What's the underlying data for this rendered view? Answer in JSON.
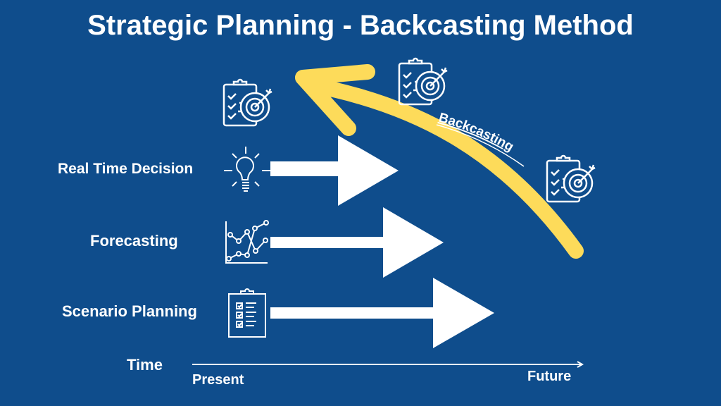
{
  "title": "Strategic Planning - Backcasting Method",
  "colors": {
    "background": "#0f4d8c",
    "accent": "#fddb5a",
    "foreground": "#ffffff"
  },
  "methods": [
    {
      "label": "Real Time Decision",
      "icon": "lightbulb-icon",
      "relative_reach": 1
    },
    {
      "label": "Forecasting",
      "icon": "line-chart-icon",
      "relative_reach": 2
    },
    {
      "label": "Scenario Planning",
      "icon": "checklist-clipboard-icon",
      "relative_reach": 3
    }
  ],
  "backcasting": {
    "label": "Backcasting",
    "icon": "goal-clipboard-target-icon"
  },
  "timeline": {
    "label": "Time",
    "start": "Present",
    "end": "Future"
  }
}
